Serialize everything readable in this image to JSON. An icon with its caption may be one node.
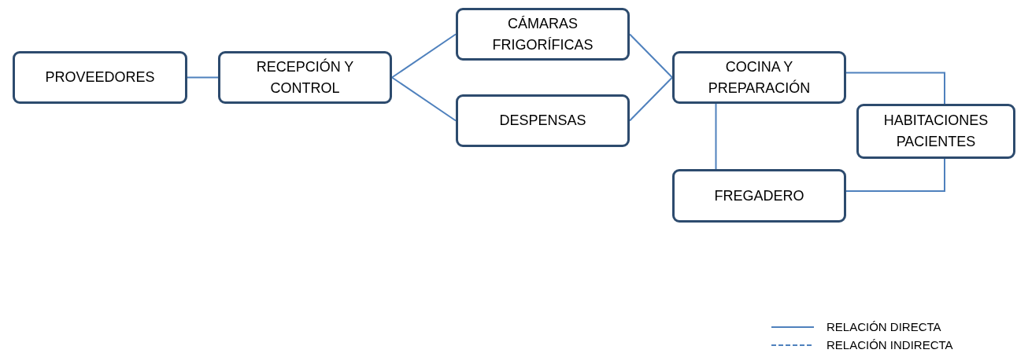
{
  "diagram": {
    "nodes": [
      {
        "text": [
          "PROVEEDORES"
        ]
      },
      {
        "text": [
          "RECEPCIÓN Y CONTROL"
        ]
      },
      {
        "text": [
          "CÁMARAS FRIGORÍFICAS"
        ]
      },
      {
        "text": [
          "DESPENSAS"
        ]
      },
      {
        "text": [
          "COCINA Y PREPARACIÓN"
        ]
      },
      {
        "text": [
          "HABITACIONES PACIENTES"
        ]
      },
      {
        "text": [
          "FREGADERO"
        ]
      }
    ],
    "edges": [
      {
        "from": 0,
        "to": 1,
        "arrow": "none"
      },
      {
        "from": 1,
        "to": 2,
        "arrow": "none"
      },
      {
        "from": 1,
        "to": 3,
        "arrow": "none"
      },
      {
        "from": 2,
        "to": 4,
        "arrow": "none"
      },
      {
        "from": 3,
        "to": 4,
        "arrow": "none"
      },
      {
        "from": 4,
        "to": 5,
        "arrow": "none"
      },
      {
        "from": 4,
        "to": 6,
        "arrow": "none"
      },
      {
        "from": 6,
        "to": 5,
        "arrow": "none"
      }
    ],
    "legend": [
      {
        "text": "RELACIÓN DIRECTA"
      },
      {
        "text": "RELACIÓN INDIRECTA"
      }
    ]
  }
}
